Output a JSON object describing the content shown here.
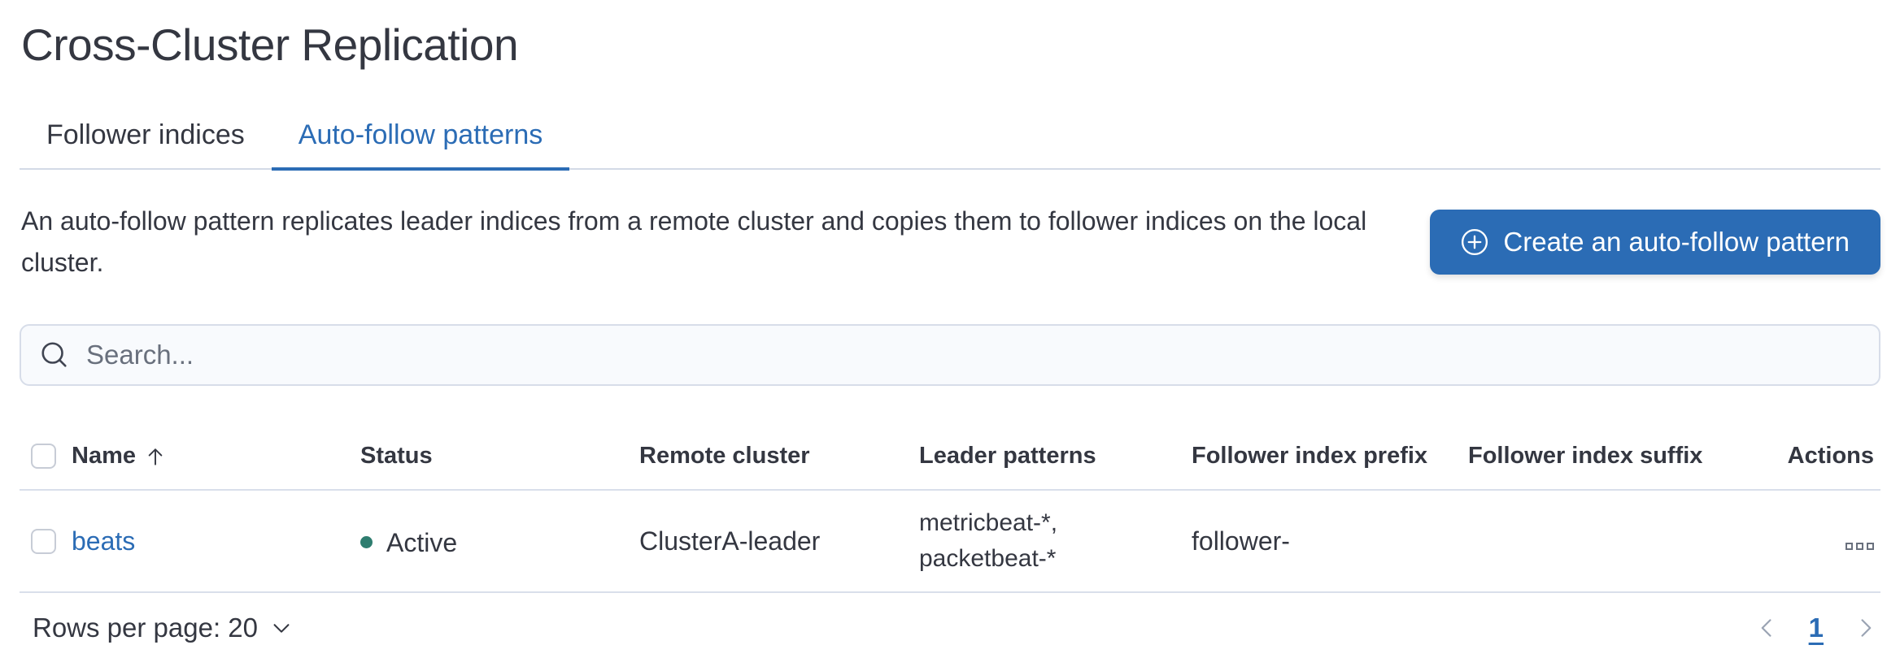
{
  "page": {
    "title": "Cross-Cluster Replication"
  },
  "tabs": [
    {
      "label": "Follower indices",
      "active": false
    },
    {
      "label": "Auto-follow patterns",
      "active": true
    }
  ],
  "description": "An auto-follow pattern replicates leader indices from a remote cluster and copies them to follower indices on the local cluster.",
  "create_button": {
    "label": "Create an auto-follow pattern",
    "icon": "plus-in-circle-icon"
  },
  "search": {
    "placeholder": "Search...",
    "value": "",
    "icon": "search-icon"
  },
  "table": {
    "columns": {
      "name": "Name",
      "status": "Status",
      "remote_cluster": "Remote cluster",
      "leader_patterns": "Leader patterns",
      "follower_index_prefix": "Follower index prefix",
      "follower_index_suffix": "Follower index suffix",
      "actions": "Actions"
    },
    "sort": {
      "column": "Name",
      "direction": "ascending",
      "icon": "sort-ascending-arrow-icon"
    },
    "rows": [
      {
        "name": "beats",
        "status": "Active",
        "remote_cluster": "ClusterA-leader",
        "leader_patterns": "metricbeat-*, packetbeat-*",
        "follower_index_prefix": "follower-",
        "follower_index_suffix": "",
        "actions_icon": "boxes-horizontal-icon"
      }
    ]
  },
  "footer": {
    "rows_per_page_label": "Rows per page: 20",
    "pagination": {
      "current_page": "1",
      "prev_icon": "chevron-left-icon",
      "next_icon": "chevron-right-icon"
    }
  },
  "colors": {
    "accent": "#2b6cb5",
    "active_dot": "#2e7d6f",
    "text": "#343741",
    "muted": "#69707d",
    "border": "#d3dae6"
  }
}
